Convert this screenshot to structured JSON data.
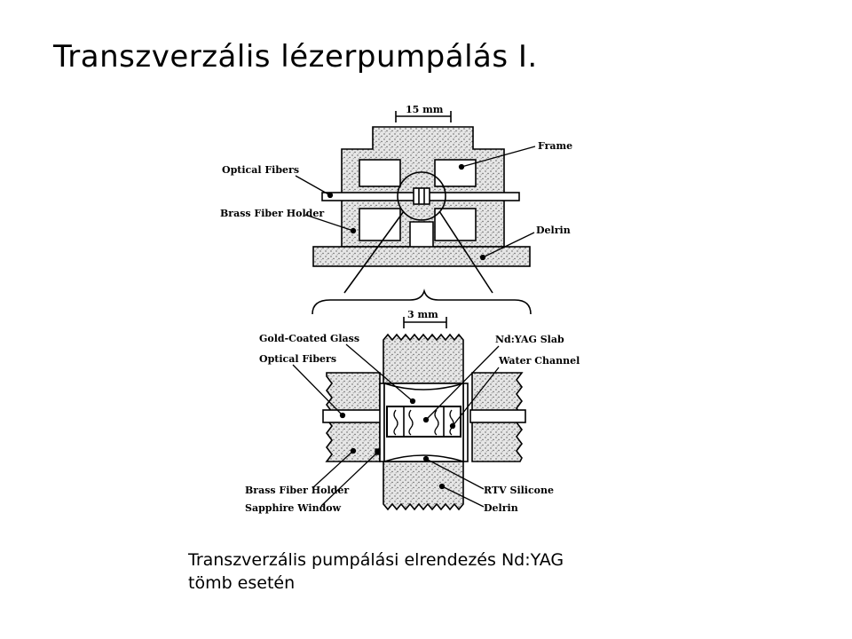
{
  "slide": {
    "title": "Transzverzális lézerpumpálás I."
  },
  "figure": {
    "top_dimension": "15 mm",
    "bottom_dimension": "3 mm",
    "top_labels": {
      "optical_fibers": "Optical Fibers",
      "brass_fiber_holder": "Brass Fiber Holder",
      "frame": "Frame",
      "delrin": "Delrin"
    },
    "bottom_labels": {
      "gold_coated_glass": "Gold-Coated Glass",
      "optical_fibers": "Optical Fibers",
      "nd_yag_slab": "Nd:YAG Slab",
      "water_channel": "Water Channel",
      "brass_fiber_holder": "Brass Fiber Holder",
      "sapphire_window": "Sapphire Window",
      "rtv_silicone": "RTV Silicone",
      "delrin": "Delrin"
    }
  },
  "caption": {
    "line1": "Transzverzális pumpálási elrendezés Nd:YAG",
    "line2": "tömb esetén"
  }
}
